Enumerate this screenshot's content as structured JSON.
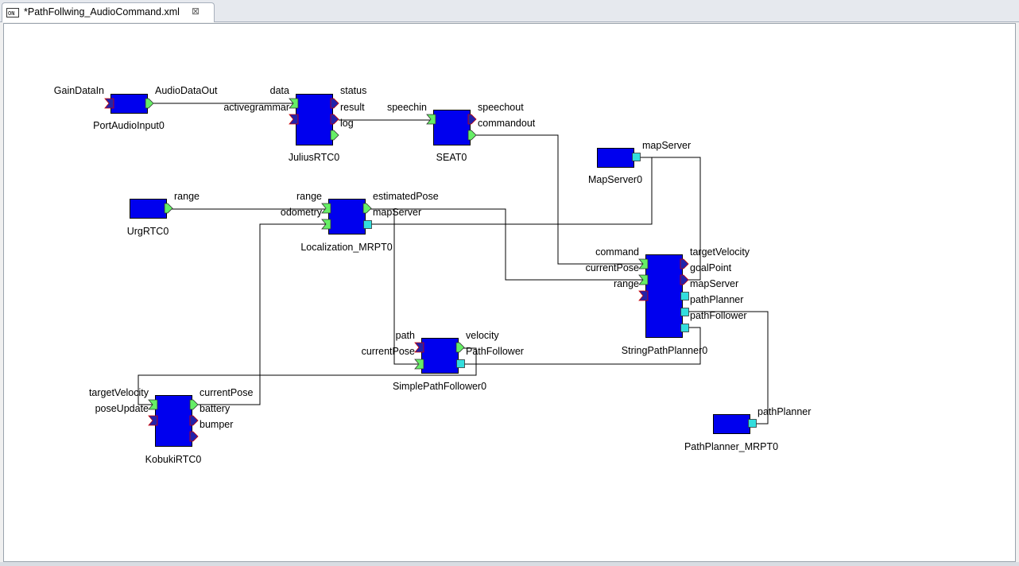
{
  "tab": {
    "title": "*PathFollwing_AudioCommand.xml",
    "icon": "xml-file-icon",
    "close": "⊠"
  },
  "colors": {
    "component_fill": "#0000ee",
    "inport_fill": "#66ee66",
    "outport_fill": "#66ee66",
    "unconnected_port_fill": "#2222aa",
    "service_port_fill": "#33dddd",
    "connector_line": "#000000"
  },
  "components": [
    {
      "id": "portaudio",
      "name": "PortAudioInput0",
      "labels": [
        "GainDataIn",
        "AudioDataOut"
      ]
    },
    {
      "id": "julius",
      "name": "JuliusRTC0",
      "labels": [
        "data",
        "activegrammar",
        "status",
        "result",
        "log"
      ]
    },
    {
      "id": "seat",
      "name": "SEAT0",
      "labels": [
        "speechin",
        "speechout",
        "commandout"
      ]
    },
    {
      "id": "mapserver",
      "name": "MapServer0",
      "labels": [
        "mapServer"
      ]
    },
    {
      "id": "urg",
      "name": "UrgRTC0",
      "labels": [
        "range"
      ]
    },
    {
      "id": "localization",
      "name": "Localization_MRPT0",
      "labels": [
        "range",
        "odometry",
        "estimatedPose",
        "mapServer"
      ]
    },
    {
      "id": "stringpath",
      "name": "StringPathPlanner0",
      "labels": [
        "command",
        "currentPose",
        "range",
        "targetVelocity",
        "goalPoint",
        "mapServer",
        "pathPlanner",
        "pathFollower"
      ]
    },
    {
      "id": "simplepath",
      "name": "SimplePathFollower0",
      "labels": [
        "path",
        "currentPose",
        "velocity",
        "PathFollower"
      ]
    },
    {
      "id": "kobuki",
      "name": "KobukiRTC0",
      "labels": [
        "targetVelocity",
        "poseUpdate",
        "currentPose",
        "battery",
        "bumper"
      ]
    },
    {
      "id": "pathplanner",
      "name": "PathPlanner_MRPT0",
      "labels": [
        "pathPlanner"
      ]
    }
  ]
}
